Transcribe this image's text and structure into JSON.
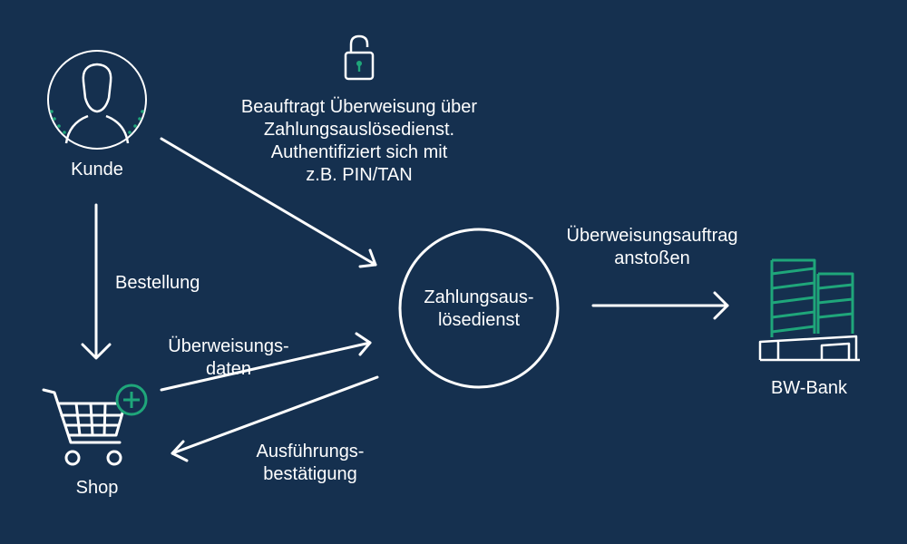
{
  "colors": {
    "background": "#15304f",
    "foreground": "#ffffff",
    "accent": "#1fa67a"
  },
  "nodes": {
    "customer": {
      "label": "Kunde",
      "icon": "user-icon"
    },
    "shop": {
      "label": "Shop",
      "icon": "shopping-cart-add-icon"
    },
    "pis": {
      "label_lines": [
        "Zahlungsaus-",
        "lösedienst"
      ]
    },
    "bank": {
      "label": "BW-Bank",
      "icon": "bank-building-icon"
    }
  },
  "edges": {
    "order": {
      "label": "Bestellung"
    },
    "customer_to_pis": {
      "icon": "padlock-icon",
      "label_lines": [
        "Beauftragt Überweisung über",
        "Zahlungsauslösedienst.",
        "Authentifiziert sich mit",
        "z.B. PIN/TAN"
      ]
    },
    "transfer_data": {
      "label_lines": [
        "Überweisungs-",
        "daten"
      ]
    },
    "confirmation": {
      "label_lines": [
        "Ausführungs-",
        "bestätigung"
      ]
    },
    "initiate_transfer": {
      "label_lines": [
        "Überweisungsauftrag",
        "anstoßen"
      ]
    }
  }
}
